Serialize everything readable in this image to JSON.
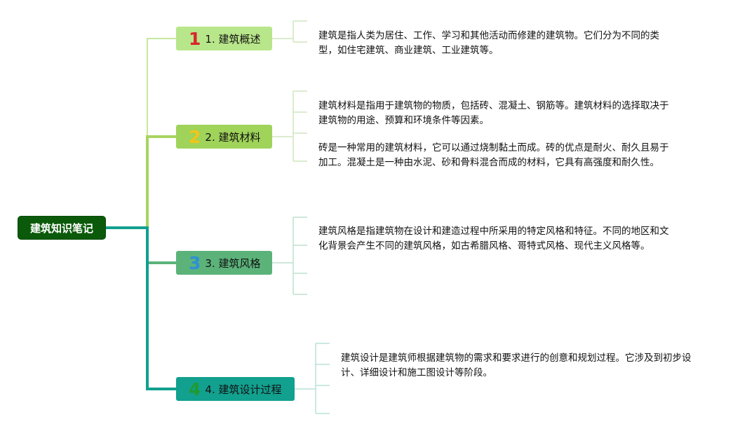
{
  "root": {
    "label": "建筑知识笔记"
  },
  "branches": [
    {
      "num": "1",
      "label": "1. 建筑概述",
      "num_color": "#d9262c",
      "fill": "#b8e68a",
      "notes": [
        "建筑是指人类为居住、工作、学习和其他活动而修建的建筑物。它们分为不同的类型，如住宅建筑、商业建筑、工业建筑等。"
      ]
    },
    {
      "num": "2",
      "label": "2. 建筑材料",
      "num_color": "#f2c417",
      "fill": "#9fd35a",
      "notes": [
        "建筑材料是指用于建筑物的物质，包括砖、混凝土、钢筋等。建筑材料的选择取决于建筑物的用途、预算和环境条件等因素。",
        "砖是一种常用的建筑材料，它可以通过烧制黏土而成。砖的优点是耐火、耐久且易于加工。混凝土是一种由水泥、砂和骨料混合而成的材料，它具有高强度和耐久性。"
      ]
    },
    {
      "num": "3",
      "label": "3. 建筑风格",
      "num_color": "#2f8fd6",
      "fill": "#5bb37a",
      "notes": [
        "建筑风格是指建筑物在设计和建造过程中所采用的特定风格和特征。不同的地区和文化背景会产生不同的建筑风格，如古希腊风格、哥特式风格、现代主义风格等。"
      ]
    },
    {
      "num": "4",
      "label": "4. 建筑设计过程",
      "num_color": "#1f9a33",
      "fill": "#12a08f",
      "notes": [
        "建筑设计是建筑师根据建筑物的需求和要求进行的创意和规划过程。它涉及到初步设计、详细设计和施工图设计等阶段。"
      ]
    }
  ],
  "colors": {
    "root_fill": "#0b5a0b",
    "edge_1": "#c6e89e",
    "edge_2": "#a8d460",
    "edge_3": "#5bb37a",
    "edge_4": "#12a08f",
    "bracket": "#cfe6bf"
  }
}
